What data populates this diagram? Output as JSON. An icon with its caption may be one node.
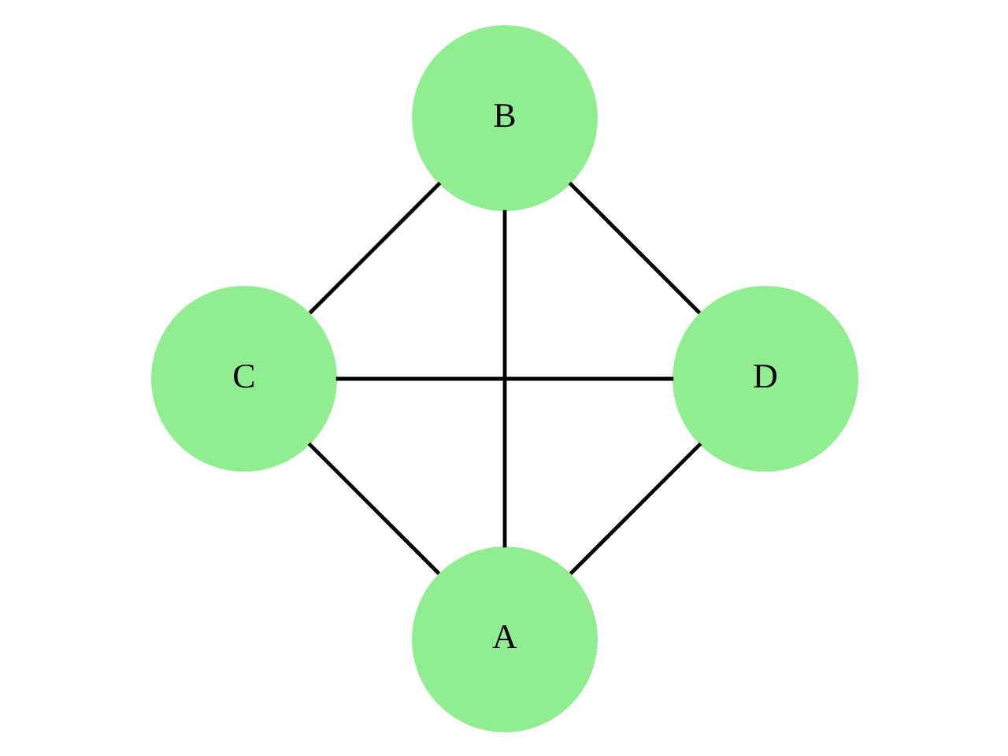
{
  "diagram": {
    "nodes": [
      {
        "text": [
          "A"
        ]
      },
      {
        "text": [
          "D"
        ]
      },
      {
        "text": [
          "B"
        ]
      },
      {
        "text": [
          "C"
        ]
      }
    ],
    "edges": [
      {
        "from": 0,
        "to": 1,
        "arrow": "none"
      },
      {
        "from": 0,
        "to": 3,
        "arrow": "none"
      },
      {
        "from": 0,
        "to": 2,
        "arrow": "none"
      },
      {
        "from": 1,
        "to": 2,
        "arrow": "none"
      },
      {
        "from": 1,
        "to": 3,
        "arrow": "none"
      },
      {
        "from": 3,
        "to": 2,
        "arrow": "none"
      }
    ]
  }
}
